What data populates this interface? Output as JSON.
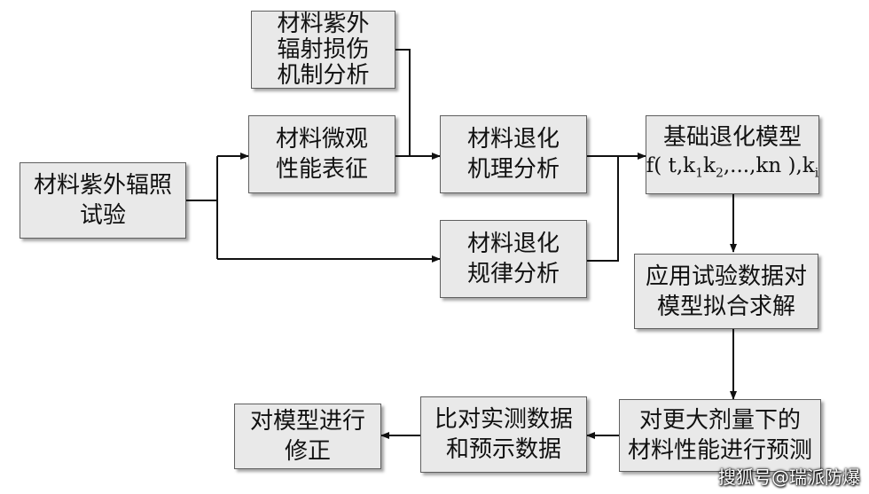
{
  "diagram": {
    "nodes": {
      "irradiation_test": "材料紫外辐照\n试验",
      "uv_damage_mechanism": "材料紫外\n辐射损伤\n机制分析",
      "micro_characterization": "材料微观\n性能表征",
      "degradation_mechanism": "材料退化\n机理分析",
      "degradation_law": "材料退化\n规律分析",
      "basic_model": "基础退化模型",
      "model_fit": "应用试验数据对\n模型拟合求解",
      "prediction": "对更大剂量下的\n材料性能进行预测",
      "compare_data": "比对实测数据\n和预示数据",
      "model_correction": "对模型进行\n修正"
    },
    "formula": {
      "f_open": "f( t,k",
      "sub1": "1",
      "k2": "k",
      "sub2": "2",
      "rest": ",...,kn ),k",
      "subi": "i"
    }
  },
  "watermark": "搜狐号@瑞派防爆"
}
